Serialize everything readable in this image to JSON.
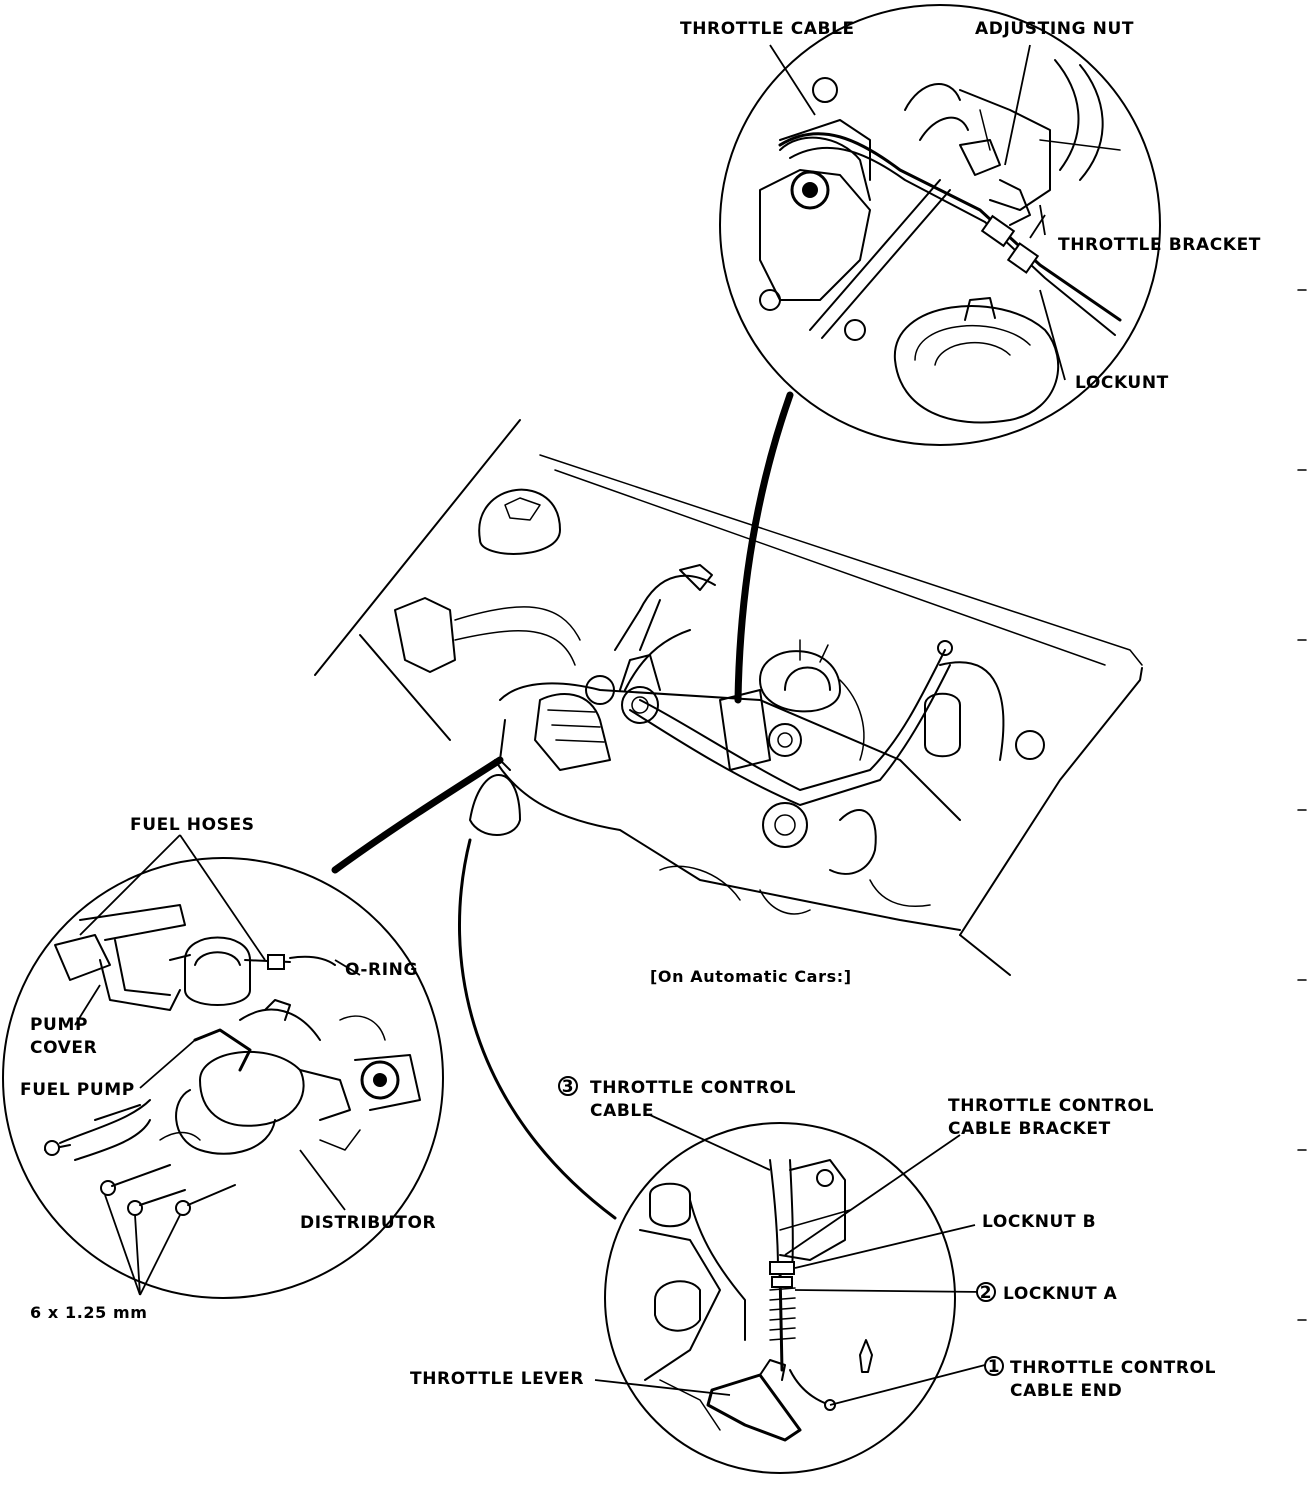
{
  "labels": {
    "top": {
      "throttle_cable": "THROTTLE CABLE",
      "adjusting_nut": "ADJUSTING NUT",
      "throttle_bracket": "THROTTLE BRACKET",
      "locknut": "LOCKUNT"
    },
    "left": {
      "fuel_hoses": "FUEL HOSES",
      "o_ring": "O-RING",
      "pump_cover_1": "PUMP",
      "pump_cover_2": "COVER",
      "fuel_pump": "FUEL PUMP",
      "distributor": "DISTRIBUTOR",
      "bolt_size": "6 x 1.25 mm"
    },
    "center": {
      "caption": "[On Automatic Cars:]"
    },
    "bottom": {
      "step3_num": "3",
      "throttle_control_cable_1": "THROTTLE CONTROL",
      "throttle_control_cable_2": "CABLE",
      "bracket_1": "THROTTLE CONTROL",
      "bracket_2": "CABLE BRACKET",
      "locknut_b": "LOCKNUT B",
      "step2_num": "2",
      "locknut_a": "LOCKNUT A",
      "throttle_lever": "THROTTLE LEVER",
      "step1_num": "1",
      "cable_end_1": "THROTTLE CONTROL",
      "cable_end_2": "CABLE END"
    }
  }
}
